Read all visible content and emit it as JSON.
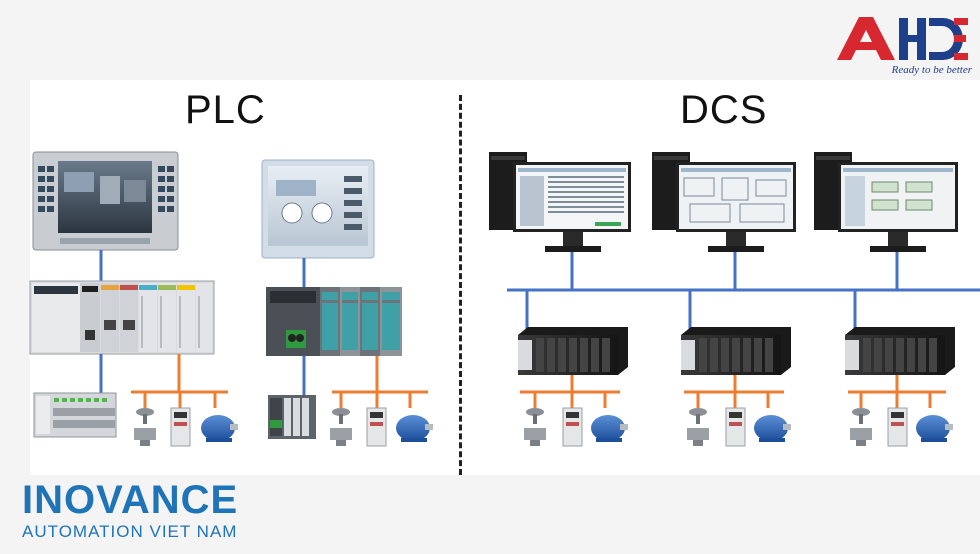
{
  "logo": {
    "brand_text": "AHDE",
    "tagline": "Ready to be better",
    "colors": {
      "red": "#d7282f",
      "blue": "#1e3f8a"
    }
  },
  "sections": {
    "left_title": "PLC",
    "right_title": "DCS"
  },
  "footer": {
    "brand_name": "INOVANCE",
    "brand_subtitle": "AUTOMATION VIET NAM",
    "color": "#1f73b7"
  },
  "colors": {
    "network_blue": "#4472c4",
    "fieldbus_orange": "#ed7d31",
    "panel_background": "#ffffff",
    "page_background": "#f4f4f4"
  },
  "icons": [
    "hmi-panel-icon",
    "plc-rack-icon",
    "io-module-icon",
    "control-valve-icon",
    "vfd-drive-icon",
    "motor-icon",
    "workstation-pc-icon",
    "controller-rack-icon"
  ]
}
